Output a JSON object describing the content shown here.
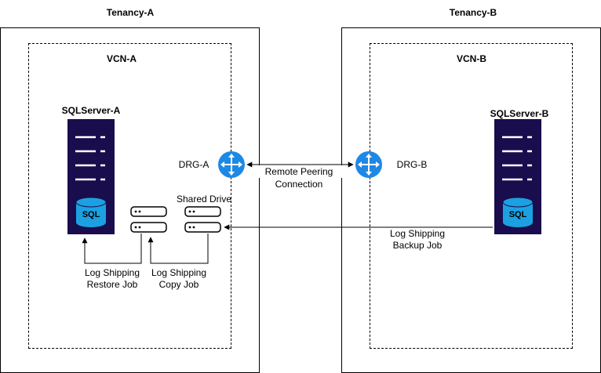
{
  "tenancy_a": {
    "title": "Tenancy-A"
  },
  "tenancy_b": {
    "title": "Tenancy-B"
  },
  "vcn_a": {
    "title": "VCN-A"
  },
  "vcn_b": {
    "title": "VCN-B"
  },
  "server_a": {
    "title": "SQLServer-A",
    "db_text": "SQL"
  },
  "server_b": {
    "title": "SQLServer-B",
    "db_text": "SQL"
  },
  "drg_a": {
    "label": "DRG-A"
  },
  "drg_b": {
    "label": "DRG-B"
  },
  "peering": {
    "line1": "Remote Peering",
    "line2": "Connection"
  },
  "shared_drive": {
    "label": "Shared Drive"
  },
  "restore_job": {
    "line1": "Log Shipping",
    "line2": "Restore Job"
  },
  "copy_job": {
    "line1": "Log Shipping",
    "line2": "Copy Job"
  },
  "backup_job": {
    "line1": "Log Shipping",
    "line2": "Backup Job"
  },
  "colors": {
    "server_body": "#1a0d4d",
    "server_lines": "#ffffff",
    "db_fill": "#1ba1e2",
    "router": "#1e88e5"
  }
}
